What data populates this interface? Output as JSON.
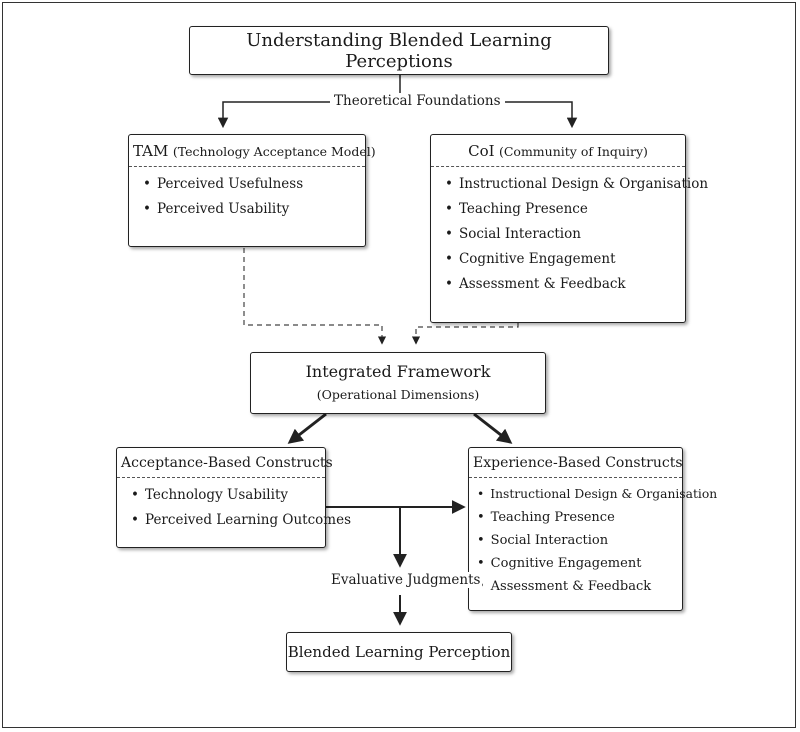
{
  "title": "Understanding Blended Learning Perceptions",
  "theoretical_label": "Theoretical Foundations",
  "tam": {
    "abbr": "TAM",
    "full": "(Technology Acceptance Model)",
    "items": [
      "Perceived Usefulness",
      "Perceived Usability"
    ]
  },
  "coi": {
    "abbr": "CoI",
    "full": "(Community of Inquiry)",
    "items": [
      "Instructional Design & Organisation",
      "Teaching Presence",
      "Social Interaction",
      "Cognitive Engagement",
      "Assessment & Feedback"
    ]
  },
  "integrated": {
    "line1": "Integrated Framework",
    "line2": "(Operational Dimensions)"
  },
  "acceptance": {
    "header": "Acceptance-Based Constructs",
    "items": [
      "Technology Usability",
      "Perceived Learning Outcomes"
    ]
  },
  "experience": {
    "header": "Experience-Based Constructs",
    "items": [
      "Instructional Design & Organisation",
      "Teaching Presence",
      "Social Interaction",
      "Cognitive Engagement",
      "Assessment & Feedback"
    ]
  },
  "evaluative_label": "Evaluative Judgments",
  "result": "Blended Learning Perception"
}
